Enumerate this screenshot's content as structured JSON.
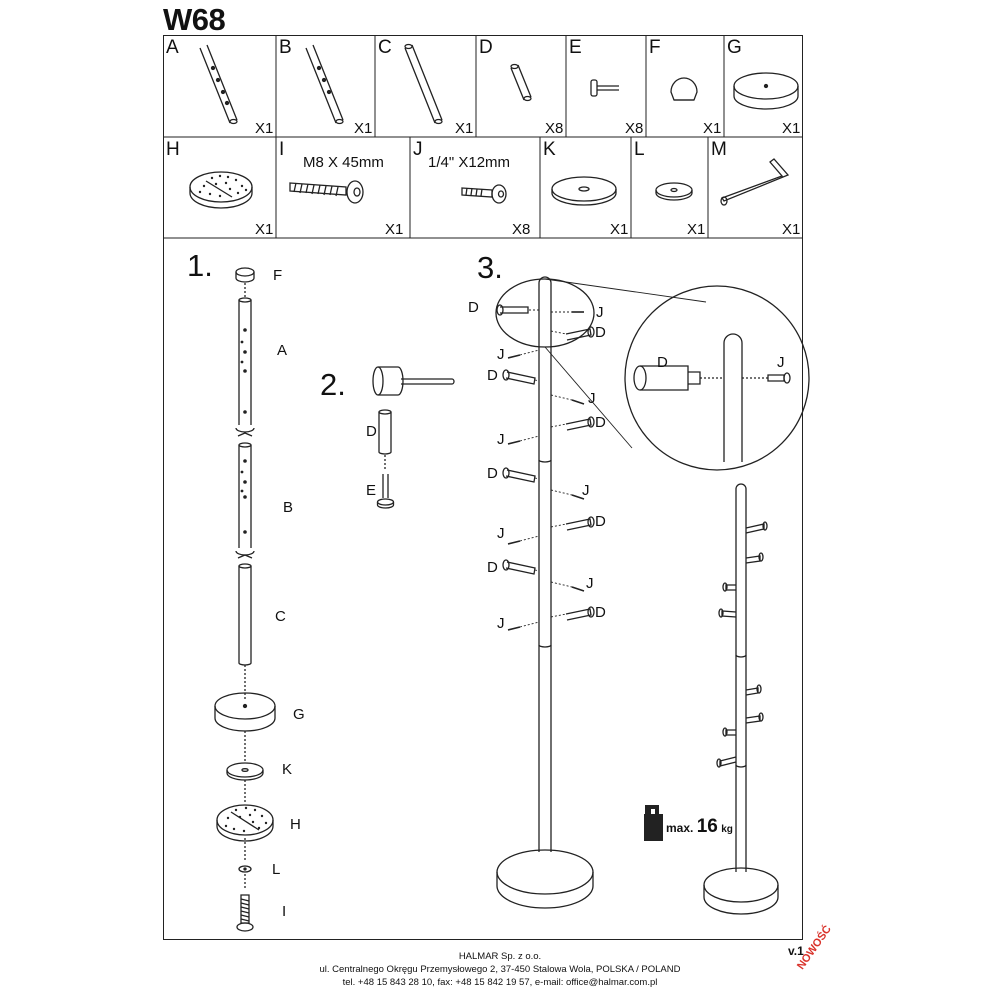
{
  "title": "W68",
  "parts": [
    {
      "letter": "A",
      "qty": "X1"
    },
    {
      "letter": "B",
      "qty": "X1"
    },
    {
      "letter": "C",
      "qty": "X1"
    },
    {
      "letter": "D",
      "qty": "X8"
    },
    {
      "letter": "E",
      "qty": "X8"
    },
    {
      "letter": "F",
      "qty": "X1"
    },
    {
      "letter": "G",
      "qty": "X1"
    },
    {
      "letter": "H",
      "qty": "X1"
    },
    {
      "letter": "I",
      "qty": "X1",
      "spec": "M8 X 45mm"
    },
    {
      "letter": "J",
      "qty": "X8",
      "spec": "1/4\" X12mm"
    },
    {
      "letter": "K",
      "qty": "X1"
    },
    {
      "letter": "L",
      "qty": "X1"
    },
    {
      "letter": "M",
      "qty": "X1"
    }
  ],
  "steps": {
    "s1": "1.",
    "s2": "2.",
    "s3": "3."
  },
  "step1_labels": [
    "F",
    "A",
    "B",
    "C",
    "G",
    "K",
    "H",
    "L",
    "I"
  ],
  "step2_labels": [
    "D",
    "E"
  ],
  "step3_labels": {
    "d": "D",
    "j": "J"
  },
  "weight": {
    "prefix": "max.",
    "value": "16",
    "unit": "kg"
  },
  "version": "v.1",
  "badge": "NOWOŚĆ",
  "footer": {
    "company": "HALMAR Sp. z o.o.",
    "address": "ul. Centralnego Okręgu Przemysłowego 2, 37-450 Stalowa Wola, POLSKA / POLAND",
    "contact": "tel. +48 15 843 28 10, fax: +48 15 842 19 57, e-mail: office@halmar.com.pl"
  }
}
